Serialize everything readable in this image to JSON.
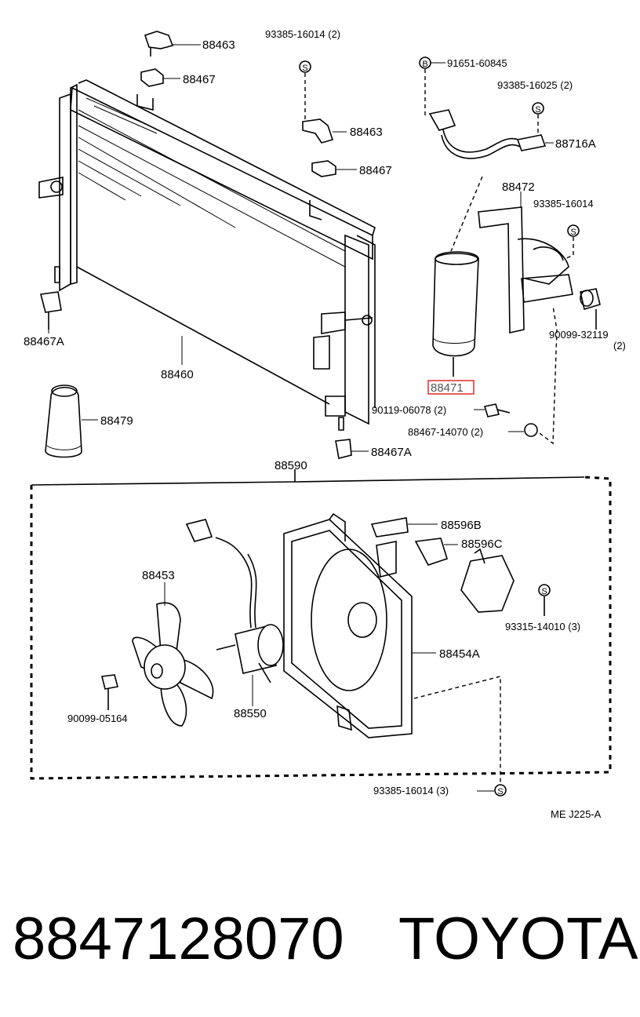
{
  "diagram": {
    "labels": {
      "p88463_top": "88463",
      "p88467_top": "88467",
      "p93385_16014_2": "93385-16014 (2)",
      "p88463_mid": "88463",
      "p88467_mid": "88467",
      "pB_91651": "91651-60845",
      "p93385_16025_2": "93385-16025 (2)",
      "p88716A": "88716A",
      "p88472": "88472",
      "p93385_16014_r": "93385-16014",
      "p88467A_left": "88467A",
      "p88460": "88460",
      "p88471": "88471",
      "p90099_32119": "90099-32119",
      "p90099_32119_qty": "(2)",
      "p88479": "88479",
      "p90119_06078": "90119-06078 (2)",
      "p88467_14070": "88467-14070 (2)",
      "p88467A_bottom": "88467A",
      "p88590": "88590",
      "p88596B": "88596B",
      "p88596C": "88596C",
      "p88453": "88453",
      "p93315_14010": "93315-14010 (3)",
      "p88454A": "88454A",
      "p88550": "88550",
      "p90099_05164": "90099-05164",
      "p93385_16014_3": "93385-16014 (3)",
      "ref_code": "ME J225-A"
    },
    "symbols": {
      "s_mark": "S",
      "b_mark": "B"
    },
    "highlight_color": "#e53935"
  },
  "footer": {
    "part_number": "8847128070",
    "brand": "TOYOTA"
  }
}
